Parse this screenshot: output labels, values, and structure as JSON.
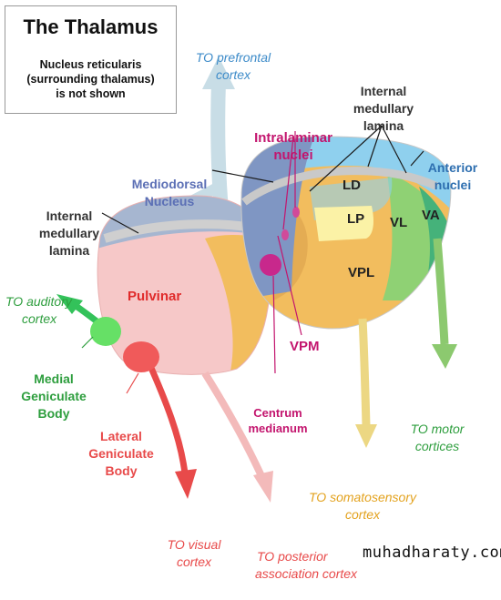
{
  "title": "The Thalamus",
  "note": [
    "Nucleus reticularis",
    "(surrounding thalamus)",
    "is not shown"
  ],
  "structures": {
    "mediodorsal": [
      "Mediodorsal",
      "Nucleus"
    ],
    "internal_medullary_left": [
      "Internal",
      "medullary",
      "lamina"
    ],
    "internal_medullary_right": [
      "Internal",
      "medullary",
      "lamina"
    ],
    "intralaminar": [
      "Intralaminar",
      "nuclei"
    ],
    "anterior": [
      "Anterior",
      "nuclei"
    ],
    "pulvinar": "Pulvinar",
    "medial_geniculate": [
      "Medial",
      "Geniculate",
      "Body"
    ],
    "lateral_geniculate": [
      "Lateral",
      "Geniculate",
      "Body"
    ],
    "vpm": "VPM",
    "centrum": [
      "Centrum",
      "medianum"
    ]
  },
  "nuclei_labels": {
    "ld": "LD",
    "lp": "LP",
    "vl": "VL",
    "va": "VA",
    "vpl": "VPL"
  },
  "projections": {
    "prefrontal": [
      "TO prefrontal",
      "cortex"
    ],
    "auditory": [
      "TO auditory",
      "cortex"
    ],
    "visual": [
      "TO visual",
      "cortex"
    ],
    "posterior": [
      "TO posterior",
      "association cortex"
    ],
    "somatosensory": [
      "TO somatosensory",
      "cortex"
    ],
    "motor": [
      "TO motor",
      "cortices"
    ]
  },
  "watermark": "muhadharaty.com",
  "colors": {
    "pulvinar_fill": "#f6c8c8",
    "lateral_nucleus": "#f2bd5e",
    "mediodorsal_fill": "#8ea6cc",
    "anterior_fill": "#8fd0ee",
    "vl_fill": "#8fd174",
    "va_fill": "#45b27a",
    "lp_fill": "#fbf2a6",
    "blue_label": "#5b6fb5",
    "magenta": "#c3156e",
    "red": "#e84a4a",
    "green": "#2e9e3e",
    "yellow_arrow": "#ecd783",
    "motor_arrow": "#8cc96f",
    "projection_blue": "#3d8bc9",
    "somato_text": "#e3a21e",
    "visual_text": "#e84a4a",
    "posterior_arrow": "#f3baba"
  }
}
